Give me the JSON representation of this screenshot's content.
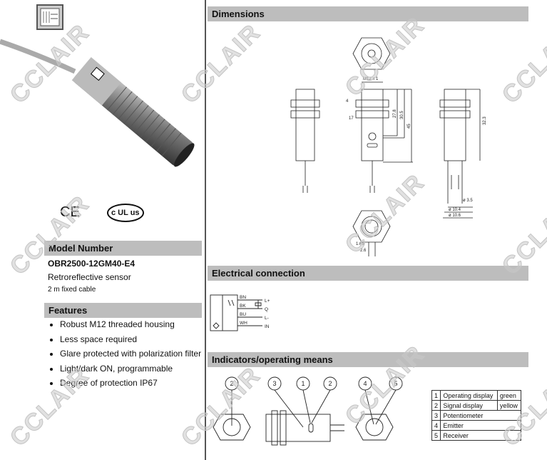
{
  "watermark": "CCLAIR",
  "left": {
    "certifications": [
      "CE",
      "c UL us"
    ],
    "model_header": "Model Number",
    "model_number": "OBR2500-12GM40-E4",
    "description": "Retroreflective sensor",
    "cable": "2 m fixed cable",
    "features_header": "Features",
    "features": [
      "Robust M12 threaded housing",
      "Less space required",
      "Glare protected with polarization filter",
      "Light/dark ON, programmable",
      "Degree of protection IP67"
    ]
  },
  "dimensions": {
    "header": "Dimensions",
    "labels": {
      "thread": "M12 x 1",
      "nut": "4",
      "wrench": "17",
      "d1": "27.8",
      "d2": "30.5",
      "d3": "45",
      "d4": "32.3",
      "dia1": "ø 3.5",
      "dia2": "ø 10.4",
      "dia3": "ø 10.6",
      "w1": "1.65",
      "w2": "2.6"
    }
  },
  "electrical": {
    "header": "Electrical connection",
    "wires": [
      {
        "color": "BN",
        "terminal": "L+"
      },
      {
        "color": "BK",
        "terminal": "Q"
      },
      {
        "color": "BU",
        "terminal": "L-"
      },
      {
        "color": "WH",
        "terminal": "IN"
      }
    ]
  },
  "indicators": {
    "header": "Indicators/operating means",
    "callouts": [
      "2",
      "3",
      "1",
      "2",
      "4",
      "5"
    ],
    "table": [
      {
        "n": "1",
        "name": "Operating display",
        "color": "green"
      },
      {
        "n": "2",
        "name": "Signal display",
        "color": "yellow"
      },
      {
        "n": "3",
        "name": "Potentiometer"
      },
      {
        "n": "4",
        "name": "Emitter"
      },
      {
        "n": "5",
        "name": "Receiver"
      }
    ]
  }
}
